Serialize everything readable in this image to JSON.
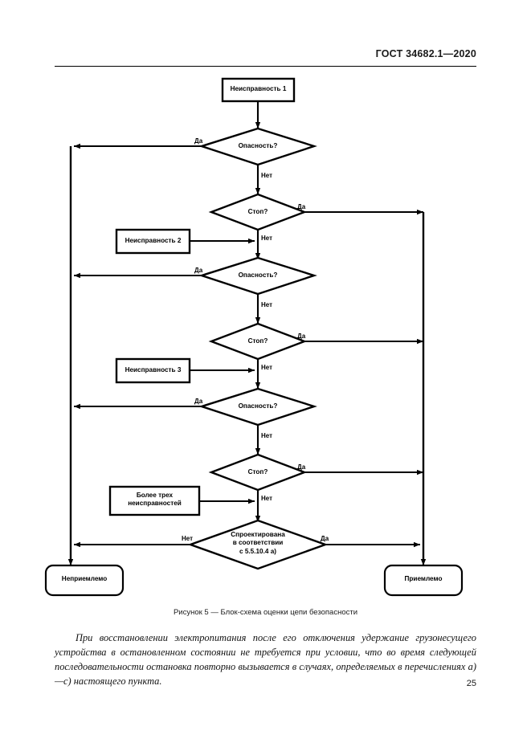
{
  "header": {
    "standard_number": "ГОСТ 34682.1—2020"
  },
  "figure": {
    "caption": "Рисунок 5 — Блок-схема оценки цепи безопасности",
    "nodes": {
      "fault1": "Неисправность 1",
      "fault2": "Неисправность 2",
      "fault3": "Неисправность 3",
      "more_faults": "Более трех\nнеисправностей",
      "danger1": "Опасность?",
      "danger2": "Опасность?",
      "danger3": "Опасность?",
      "stop1": "Стоп?",
      "stop2": "Стоп?",
      "stop3": "Стоп?",
      "designed": "Спроектирована\nв соответствии\nс 5.5.10.4 а)",
      "unacceptable": "Неприемлемо",
      "acceptable": "Приемлемо"
    },
    "edges": {
      "yes": "Да",
      "no": "Нет",
      "danger1_yes": "Да",
      "danger1_no": "Нет",
      "stop1_yes": "Да",
      "stop1_no": "Нет",
      "danger2_yes": "Да",
      "danger2_no": "Нет",
      "stop2_yes": "Да",
      "stop2_no": "Нет",
      "danger3_yes": "Да",
      "danger3_no": "Нет",
      "stop3_yes": "Да",
      "stop3_no": "Нет",
      "designed_no": "Нет",
      "designed_yes": "Да"
    }
  },
  "body": {
    "paragraph": "При восстановлении электропитания после его отключения удержание грузонесущего устройства в остановленном состоянии не требуется при условии, что во время следующей последовательности остановка повторно вызывается в случаях, определяемых в перечислениях а)—с) настоящего пункта."
  },
  "footer": {
    "page_number": "25"
  },
  "colors": {
    "ink": "#000000",
    "text": "#1a1a1a",
    "paper": "#ffffff"
  }
}
